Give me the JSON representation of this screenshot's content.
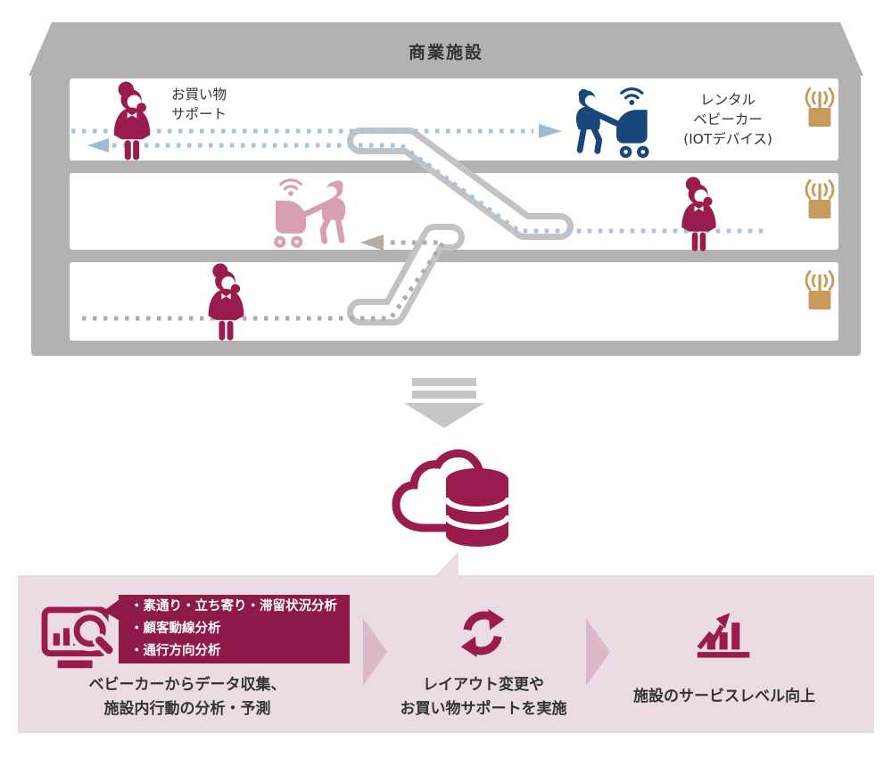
{
  "colors": {
    "crimson": "#9a1b4d",
    "dark_crimson": "#8e1a49",
    "navy": "#1a4779",
    "pink": "#d79fb1",
    "tan": "#c89a5e",
    "building_gray": "#b2b2b2",
    "escalator_gray": "#c3c3c3",
    "blue_dots": "#a9c3d9",
    "blue_arrow": "#9fbbd3",
    "gray_dots": "#b3aba4",
    "band_bg": "#ebdce3",
    "band_arrow": "#dcb9c9",
    "down_arrow": "#c6c6c6",
    "text": "#333333"
  },
  "building": {
    "title": "商業施設",
    "floor1": {
      "support_label": [
        "お買い物",
        "サポート"
      ],
      "rental_label": [
        "レンタル",
        "ベビーカー",
        "(IOTデバイス)"
      ]
    }
  },
  "icons": {
    "attendant": "shop-staff-woman-silhouette",
    "mother_stroller": "mother-pushing-iot-stroller-with-wifi",
    "router": "wireless-access-point",
    "escalator": "escalator-rails",
    "down_arrow": "big-down-arrow",
    "cloud_database": "cloud-with-database-cylinder",
    "monitor_analysis": "monitor-with-bar-chart-and-magnifier",
    "refresh": "cycle-arrows",
    "growth_chart": "rising-bar-chart-with-arrow"
  },
  "flow": {
    "analysis_box": {
      "items": [
        "・素通り・立ち寄り・滞留状況分析",
        "・顧客動線分析",
        "・通行方向分析"
      ]
    },
    "steps": [
      {
        "caption_lines": [
          "ベビーカーからデータ収集、",
          "施設内行動の分析・予測"
        ]
      },
      {
        "caption_lines": [
          "レイアウト変更や",
          "お買い物サポートを実施"
        ]
      },
      {
        "caption_lines": [
          "施設のサービスレベル向上"
        ]
      }
    ]
  }
}
